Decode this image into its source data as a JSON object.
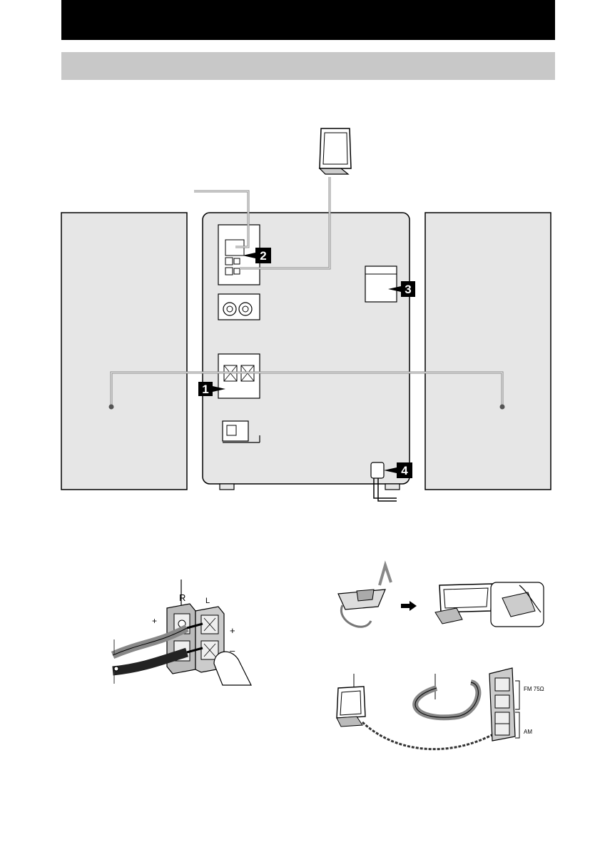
{
  "header": {
    "title": ""
  },
  "subheader": {
    "title": ""
  },
  "steps": [
    {
      "number": "1",
      "target": "speaker-terminals"
    },
    {
      "number": "2",
      "target": "antenna-terminals"
    },
    {
      "number": "3",
      "target": "voltage-selector"
    },
    {
      "number": "4",
      "target": "power-cord"
    }
  ],
  "speaker_terminal_detail": {
    "channel_right": "R",
    "channel_left": "L",
    "plus": "+",
    "minus": "–"
  },
  "antenna_terminal_detail": {
    "fm_label": "FM 75Ω",
    "am_label": "AM"
  },
  "colors": {
    "header_bg": "#000000",
    "subheader_bg": "#c8c8c8",
    "speaker_panel": "#e6e6e6",
    "unit_panel": "#e6e6e6",
    "badge_bg": "#000000"
  }
}
